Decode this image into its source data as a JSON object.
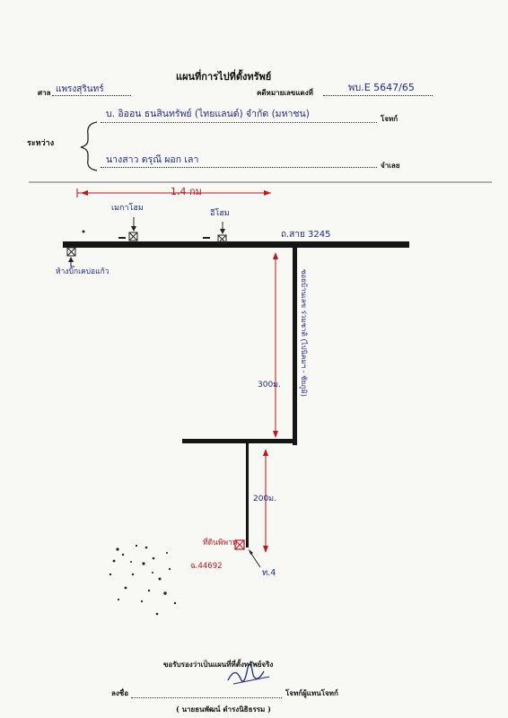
{
  "header": {
    "title": "แผนที่การไปที่ตั้งทรัพย์",
    "province_label": "ศาล",
    "province_value": "แพรงสุรินทร์",
    "case_label": "คดีหมายเลขแดงที่",
    "case_value": "พบ.E 5647/65"
  },
  "parties": {
    "between_label": "ระหว่าง",
    "plaintiff_value": "บ. อิออน ธนสินทรัพย์ (ไทยแลนด์) จำกัด (มหาชน)",
    "plaintiff_role": "โจทก์",
    "defendant_value": "นางสาว ดรุณี ผอก เลา",
    "defendant_role": "จำเลย"
  },
  "map": {
    "distance_top": "1.4 กม",
    "landmark_1": "เมกาโฮม",
    "landmark_2": "อีโฮม",
    "landmark_3": "ห้างบิ๊กเคบ่อแก้ว",
    "main_road_label": "ถ.สาย 3245",
    "side_road_label": "ซอยบ้านเลข ร่วมชาติ (ไปนิคมฯ - ชัยภูมิ)",
    "distance_1": "300ม.",
    "distance_2": "200ม.",
    "property_label": "ที่ดินพิพาท",
    "deed_label": "ฉ.44692",
    "north_label": "ท.4"
  },
  "footer": {
    "certify": "ขอรับรองว่าเป็นแผนที่ที่ตั้งทรัพย์จริง",
    "signed_label": "ลงชื่อ",
    "signer_role": "โจทก์ผู้แทนโจทก์",
    "signer_name": "( นายธนพัฒน์ ดำรงนิธิธรรม )"
  }
}
